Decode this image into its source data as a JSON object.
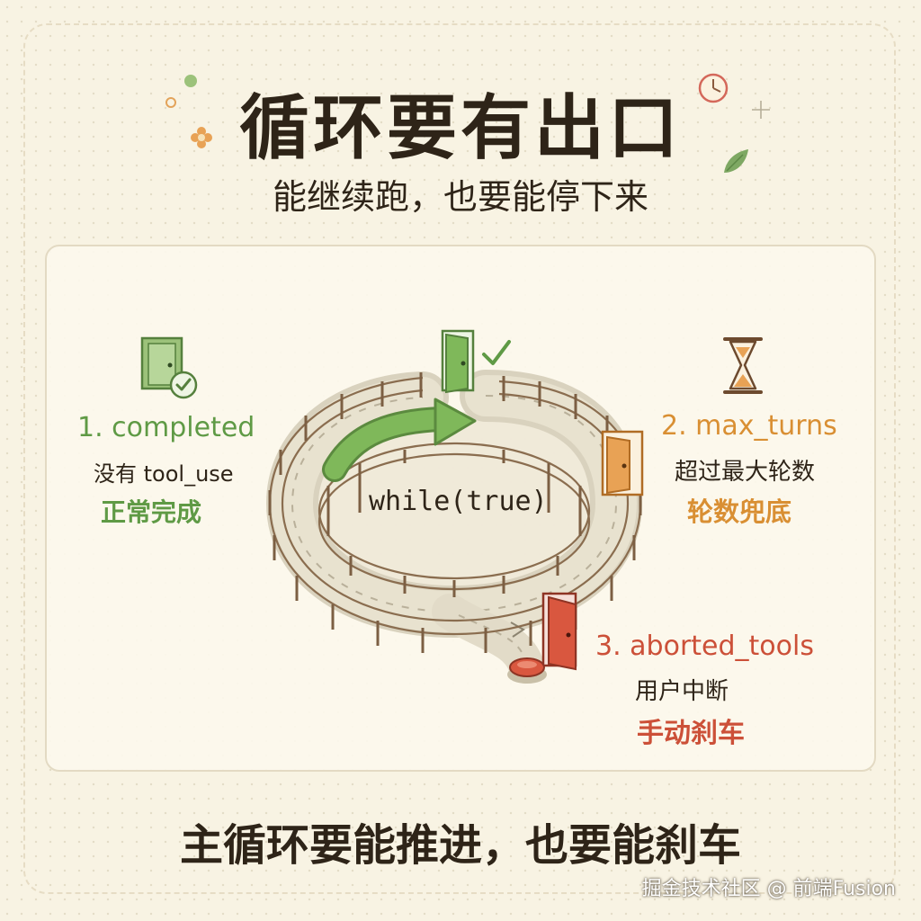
{
  "header": {
    "title": "循环要有出口",
    "subtitle": "能继续跑，也要能停下来"
  },
  "loop": {
    "label": "while(true)"
  },
  "exits": [
    {
      "name": "1. completed",
      "desc": "没有 tool_use",
      "note": "正常完成",
      "color": "#5f9a45"
    },
    {
      "name": "2. max_turns",
      "desc": "超过最大轮数",
      "note": "轮数兜底",
      "color": "#d98f33"
    },
    {
      "name": "3. aborted_tools",
      "desc": "用户中断",
      "note": "手动刹车",
      "color": "#cc5038"
    }
  ],
  "footer": {
    "text": "主循环要能推进，也要能刹车"
  },
  "watermark": "掘金技术社区 @ 前端Fusion",
  "icons": [
    "door-check-icon",
    "hourglass-icon",
    "clock-icon",
    "flower-icon",
    "leaf-icon",
    "sparkle-icon",
    "stop-button-icon"
  ]
}
